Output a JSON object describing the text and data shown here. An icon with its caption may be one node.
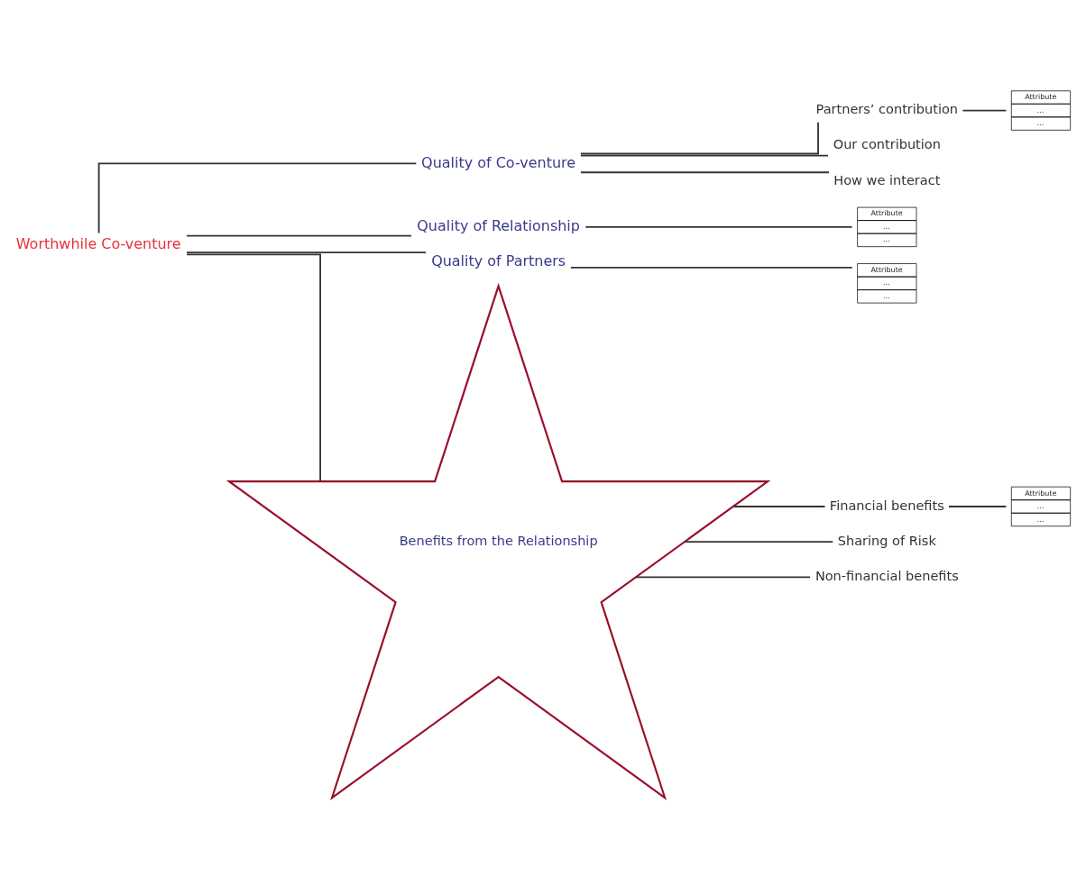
{
  "diagram": {
    "nodes": [
      {
        "text": [
          "Worthwhile Co-venture"
        ]
      },
      {
        "text": [
          "Quality of Co-venture"
        ]
      },
      {
        "text": [
          "Partners’ contribution"
        ]
      },
      {
        "text": [
          "Attribute",
          "...",
          "..."
        ]
      },
      {
        "text": [
          "Our contribution"
        ]
      },
      {
        "text": [
          "How we interact"
        ]
      },
      {
        "text": [
          "Quality of Relationship"
        ]
      },
      {
        "text": [
          "Attribute",
          "...",
          "..."
        ]
      },
      {
        "text": [
          "Quality of Partners"
        ]
      },
      {
        "text": [
          "Attribute",
          "...",
          "..."
        ]
      },
      {
        "text": [
          "Benefits from the Relationship"
        ]
      },
      {
        "text": [
          "Financial benefits"
        ]
      },
      {
        "text": [
          "Attribute",
          "...",
          "..."
        ]
      },
      {
        "text": [
          "Sharing of Risk"
        ]
      },
      {
        "text": [
          "Non-financial benefits"
        ]
      }
    ],
    "edges": [
      {
        "from": 0,
        "to": 1,
        "arrow": "none"
      },
      {
        "from": 0,
        "to": 6,
        "arrow": "none"
      },
      {
        "from": 0,
        "to": 8,
        "arrow": "none"
      },
      {
        "from": 0,
        "to": 10,
        "arrow": "none"
      },
      {
        "from": 1,
        "to": 2,
        "arrow": "none"
      },
      {
        "from": 1,
        "to": 4,
        "arrow": "none"
      },
      {
        "from": 1,
        "to": 5,
        "arrow": "none"
      },
      {
        "from": 2,
        "to": 3,
        "arrow": "none"
      },
      {
        "from": 6,
        "to": 7,
        "arrow": "none"
      },
      {
        "from": 8,
        "to": 9,
        "arrow": "none"
      },
      {
        "from": 10,
        "to": 11,
        "arrow": "none"
      },
      {
        "from": 10,
        "to": 13,
        "arrow": "none"
      },
      {
        "from": 10,
        "to": 14,
        "arrow": "none"
      },
      {
        "from": 11,
        "to": 12,
        "arrow": "none"
      }
    ]
  }
}
